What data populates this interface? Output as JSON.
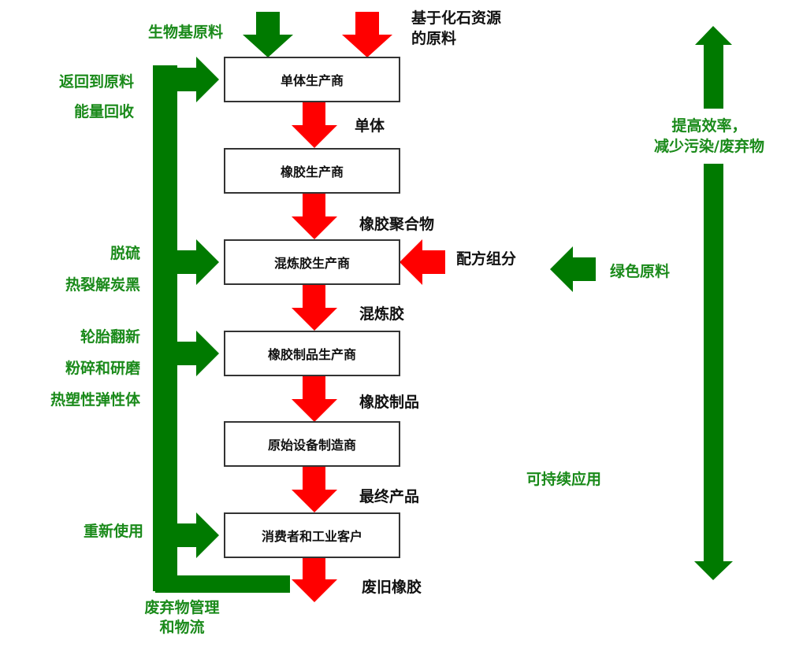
{
  "colors": {
    "green": "#007a00",
    "red": "#ff0000",
    "green_text": "#1a8a1a",
    "box_border": "#333333"
  },
  "inputs": {
    "bio_feedstock": "生物基原料",
    "fossil_feedstock_line1": "基于化石资源",
    "fossil_feedstock_line2": "的原料",
    "formulation": "配方组分",
    "green_materials": "绿色原料"
  },
  "chain": [
    {
      "box": "单体生产商",
      "output": "单体"
    },
    {
      "box": "橡胶生产商",
      "output": "橡胶聚合物"
    },
    {
      "box": "混炼胶生产商",
      "output": "混炼胶"
    },
    {
      "box": "橡胶制品生产商",
      "output": "橡胶制品"
    },
    {
      "box": "原始设备制造商",
      "output": "最终产品"
    },
    {
      "box": "消费者和工业客户",
      "output": "废旧橡胶"
    }
  ],
  "recycling": {
    "to_monomer": [
      "返回到原料",
      "能量回收"
    ],
    "to_compounder": [
      "脱硫",
      "热裂解炭黑"
    ],
    "to_products": [
      "轮胎翻新",
      "粉碎和研磨",
      "热塑性弹性体"
    ],
    "to_consumer": [
      "重新使用"
    ],
    "waste_mgmt_line1": "废弃物管理",
    "waste_mgmt_line2": "和物流"
  },
  "sustainability": {
    "up_line1": "提高效率，",
    "up_line2": "减少污染/废弃物",
    "down": "可持续应用"
  }
}
